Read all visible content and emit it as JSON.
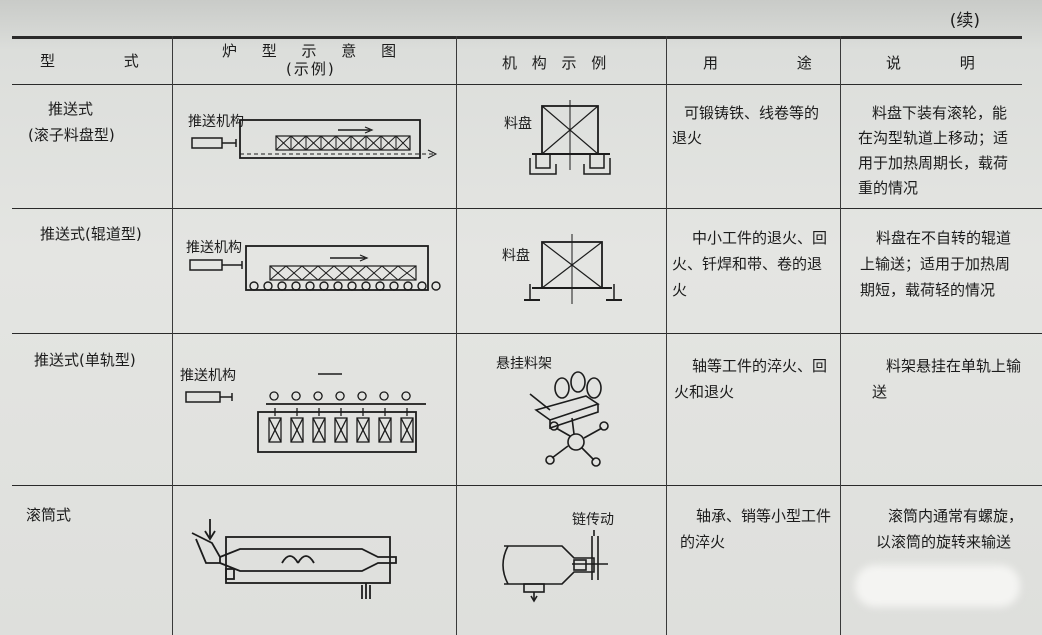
{
  "continued": "(续)",
  "headers": {
    "type": "型 式",
    "furnace_diagram": "炉 型 示 意 图",
    "furnace_diagram_sub": "(示例)",
    "mechanism": "机 构 示 例",
    "usage": "用 途",
    "notes": "说 明"
  },
  "rows": [
    {
      "type": "推送式",
      "type_sub": "(滚子料盘型)",
      "diagram_label": "推送机构",
      "mechanism_label": "料盘",
      "usage_lines": [
        "可锻铸铁、线卷等的",
        "退火"
      ],
      "notes_lines": [
        "料盘下装有滚轮，能",
        "在沟型轨道上移动；适",
        "用于加热周期长，载荷",
        "重的情况"
      ]
    },
    {
      "type": "推送式(辊道型)",
      "diagram_label": "推送机构",
      "mechanism_label": "料盘",
      "usage_lines": [
        "中小工件的退火、回",
        "火、钎焊和带、卷的退",
        "火"
      ],
      "notes_lines": [
        "料盘在不自转的辊道",
        "上输送；适用于加热周",
        "期短，载荷轻的情况"
      ]
    },
    {
      "type": "推送式(单轨型)",
      "diagram_label": "推送机构",
      "mechanism_label": "悬挂料架",
      "usage_lines": [
        "轴等工件的淬火、回",
        "火和退火"
      ],
      "notes_lines": [
        "料架悬挂在单轨上输",
        "送"
      ]
    },
    {
      "type": "滚筒式",
      "mechanism_label": "链传动",
      "usage_lines": [
        "轴承、销等小型工件",
        "的淬火"
      ],
      "notes_lines": [
        "滚筒内通常有螺旋，",
        "以滚筒的旋转来输送"
      ]
    }
  ]
}
